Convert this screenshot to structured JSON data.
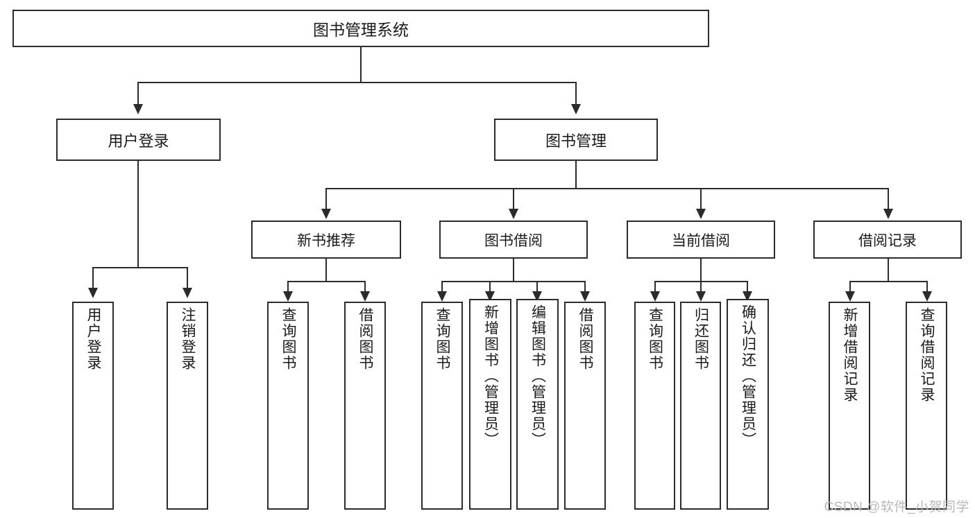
{
  "diagram": {
    "type": "tree",
    "title": "图书管理系统",
    "orientation": "top-down",
    "colors": {
      "line": "#2b2b2b",
      "box_fill": "#ffffff",
      "text": "#1a1a1a",
      "watermark": "#b9b9b9"
    },
    "root": {
      "label": "图书管理系统"
    },
    "level1": [
      {
        "label": "用户登录"
      },
      {
        "label": "图书管理"
      }
    ],
    "level2": [
      {
        "label": "新书推荐"
      },
      {
        "label": "图书借阅"
      },
      {
        "label": "当前借阅"
      },
      {
        "label": "借阅记录"
      }
    ],
    "leaves": {
      "user_login": [
        {
          "label": "用户登录"
        },
        {
          "label": "注销登录"
        }
      ],
      "new_book_recommend": [
        {
          "label": "查询图书"
        },
        {
          "label": "借阅图书"
        }
      ],
      "book_borrow": [
        {
          "label": "查询图书"
        },
        {
          "label": "新增图书（管理员）"
        },
        {
          "label": "编辑图书（管理员）"
        },
        {
          "label": "借阅图书"
        }
      ],
      "current_borrow": [
        {
          "label": "查询图书"
        },
        {
          "label": "归还图书"
        },
        {
          "label": "确认归还（管理员）"
        }
      ],
      "borrow_record": [
        {
          "label": "新增借阅记录"
        },
        {
          "label": "查询借阅记录"
        }
      ]
    }
  },
  "watermark": {
    "text": "CSDN @软件_小贺同学"
  }
}
